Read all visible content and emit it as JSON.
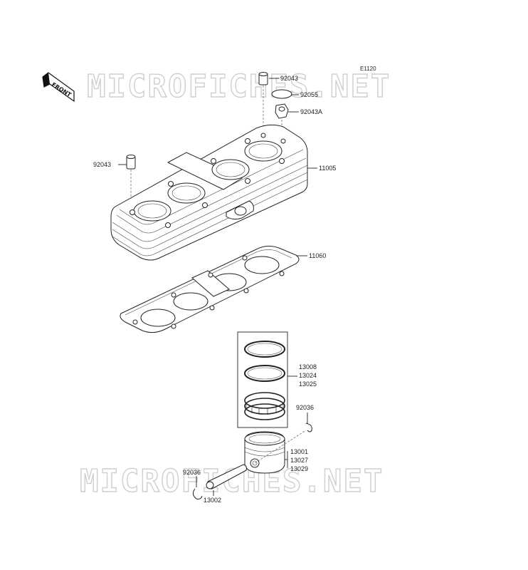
{
  "diagram_code": "E1120",
  "front_marker": "FRONT",
  "watermark": "MICROFICHES.NET",
  "labels": {
    "knock_pin_top": "92043",
    "o_ring": "92055",
    "knock_pin_a": "92043A",
    "knock_pin_left": "92043",
    "cylinder_block": "11005",
    "base_gasket": "11060",
    "ring_set": [
      "13008",
      "13024",
      "13025"
    ],
    "circlip_right": "92036",
    "piston": [
      "13001",
      "13027",
      "13029"
    ],
    "circlip_left": "92036",
    "piston_pin": "13002"
  }
}
